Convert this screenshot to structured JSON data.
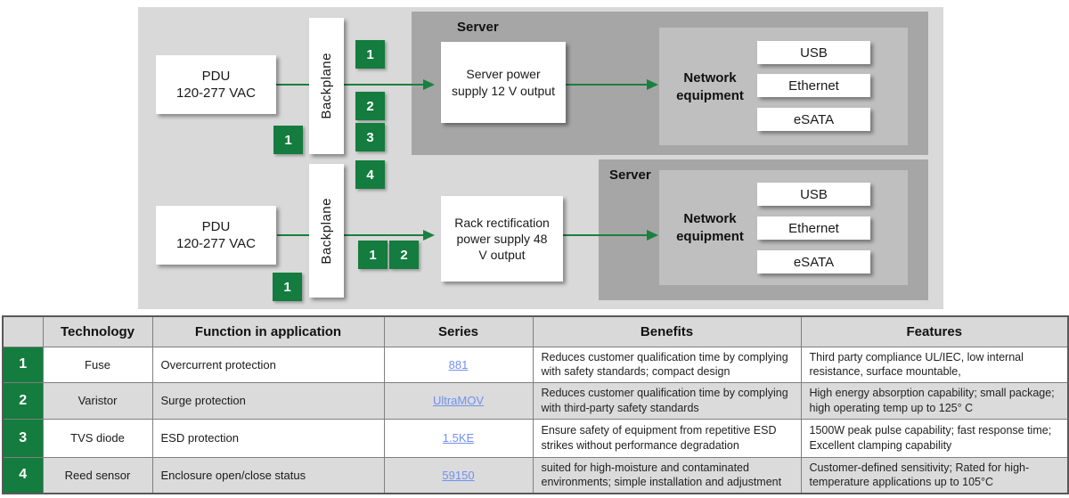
{
  "colors": {
    "accent_green": "#137c3e",
    "arrow_green": "#1b7f3f",
    "panel_gray": "#d9d9d9",
    "server_gray": "#a6a6a6",
    "network_gray": "#bfbfbf",
    "link_blue": "#7191f0"
  },
  "diagram": {
    "pdu_top": {
      "line1": "PDU",
      "line2": "120-277 VAC"
    },
    "pdu_bottom": {
      "line1": "PDU",
      "line2": "120-277 VAC"
    },
    "backplane_top": "Backplane",
    "backplane_bottom": "Backplane",
    "server_top_label": "Server",
    "server_bottom_label": "Server",
    "power_supply_top": "Server power supply 12 V output",
    "power_supply_bottom": "Rack rectification power supply 48 V output",
    "network_top_label": "Network equipment",
    "network_bottom_label": "Network equipment",
    "ports_top": [
      "USB",
      "Ethernet",
      "eSATA"
    ],
    "ports_bottom": [
      "USB",
      "Ethernet",
      "eSATA"
    ],
    "markers": {
      "stack_1": "1",
      "stack_2": "2",
      "stack_3": "3",
      "stack_4": "4",
      "pdu_top_marker": "1",
      "pdu_bottom_marker": "1",
      "rack_marker_1": "1",
      "rack_marker_2": "2"
    }
  },
  "table": {
    "headers": [
      "",
      "Technology",
      "Function in application",
      "Series",
      "Benefits",
      "Features"
    ],
    "rows": [
      {
        "num": "1",
        "technology": "Fuse",
        "function": "Overcurrent protection",
        "series": "881",
        "benefits": "Reduces customer qualification time by complying with safety standards; compact design",
        "features": "Third party compliance UL/IEC, low internal resistance, surface mountable,"
      },
      {
        "num": "2",
        "technology": "Varistor",
        "function": "Surge protection",
        "series": "UltraMOV",
        "benefits": "Reduces customer qualification time by complying with third-party safety standards",
        "features": "High energy absorption capability; small package; high operating temp up to 125° C"
      },
      {
        "num": "3",
        "technology": "TVS diode",
        "function": "ESD protection",
        "series": "1.5KE",
        "benefits": "Ensure safety of equipment from repetitive ESD strikes without performance degradation",
        "features": "1500W peak pulse capability; fast response time; Excellent clamping capability"
      },
      {
        "num": "4",
        "technology": "Reed sensor",
        "function": "Enclosure open/close status",
        "series": "59150",
        "benefits": "suited for high-moisture and contaminated environments; simple installation and adjustment",
        "features": "Customer-defined sensitivity; Rated for high-temperature applications up to 105°C"
      }
    ]
  }
}
